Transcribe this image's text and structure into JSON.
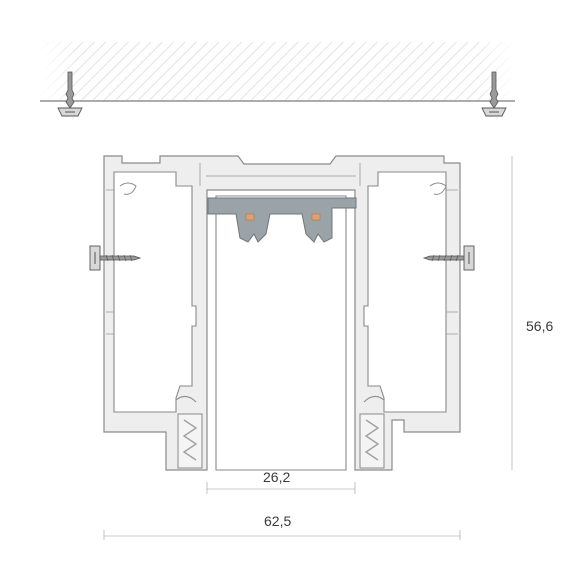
{
  "dimensions": {
    "height_label": "56,6",
    "inner_width_label": "26,2",
    "outer_width_label": "62,5"
  },
  "colors": {
    "profile_stroke": "#8a8a8a",
    "profile_fill": "#eeeeee",
    "track_insert": "#9aa3a8",
    "contact": "#e0a070",
    "ceiling_hatch": "#dcdcdc"
  },
  "icons": {
    "screw_top_left": "screw-icon",
    "screw_top_right": "screw-icon",
    "screw_side_left": "screw-icon",
    "screw_side_right": "screw-icon"
  }
}
